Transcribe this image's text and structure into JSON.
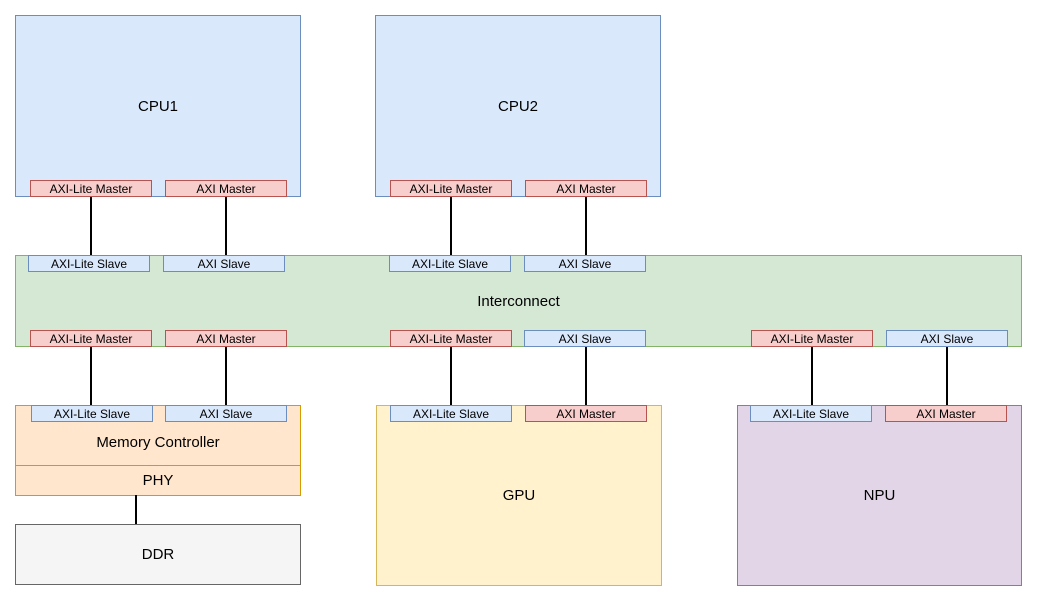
{
  "canvas": {
    "background": "#ffffff"
  },
  "colors": {
    "canvas_bg": "#ffffff",
    "blue_fill": "#dae8fc",
    "blue_stroke": "#6c8ebf",
    "red_fill": "#f8cecc",
    "red_stroke": "#b85450",
    "green_fill": "#d5e8d4",
    "green_stroke": "#82b366",
    "orange_fill": "#ffe6cc",
    "orange_stroke": "#d79b00",
    "yellow_fill": "#fff2cc",
    "yellow_stroke": "#d6b656",
    "purple_fill": "#e1d5e7",
    "purple_stroke": "#9673a6",
    "gray_fill": "#f5f5f5",
    "gray_stroke": "#666666",
    "connector": "#000000",
    "text": "#000000"
  },
  "blocks": {
    "cpu1": {
      "label": "CPU1",
      "ports": [
        {
          "label": "AXI-Lite Master",
          "kind": "master"
        },
        {
          "label": "AXI Master",
          "kind": "master"
        }
      ]
    },
    "cpu2": {
      "label": "CPU2",
      "ports": [
        {
          "label": "AXI-Lite Master",
          "kind": "master"
        },
        {
          "label": "AXI Master",
          "kind": "master"
        }
      ]
    },
    "interconnect": {
      "label": "Interconnect",
      "top_ports": [
        {
          "label": "AXI-Lite Slave",
          "kind": "slave"
        },
        {
          "label": "AXI Slave",
          "kind": "slave"
        },
        {
          "label": "AXI-Lite Slave",
          "kind": "slave"
        },
        {
          "label": "AXI Slave",
          "kind": "slave"
        }
      ],
      "bottom_ports": [
        {
          "label": "AXI-Lite Master",
          "kind": "master"
        },
        {
          "label": "AXI Master",
          "kind": "master"
        },
        {
          "label": "AXI-Lite Master",
          "kind": "master"
        },
        {
          "label": "AXI Slave",
          "kind": "slave"
        },
        {
          "label": "AXI-Lite Master",
          "kind": "master"
        },
        {
          "label": "AXI Slave",
          "kind": "slave"
        }
      ]
    },
    "memory_controller": {
      "label": "Memory Controller",
      "phy": {
        "label": "PHY"
      },
      "ports": [
        {
          "label": "AXI-Lite Slave",
          "kind": "slave"
        },
        {
          "label": "AXI Slave",
          "kind": "slave"
        }
      ]
    },
    "ddr": {
      "label": "DDR"
    },
    "gpu": {
      "label": "GPU",
      "ports": [
        {
          "label": "AXI-Lite Slave",
          "kind": "slave"
        },
        {
          "label": "AXI Master",
          "kind": "master"
        }
      ]
    },
    "npu": {
      "label": "NPU",
      "ports": [
        {
          "label": "AXI-Lite Slave",
          "kind": "slave"
        },
        {
          "label": "AXI Master",
          "kind": "master"
        }
      ]
    }
  }
}
